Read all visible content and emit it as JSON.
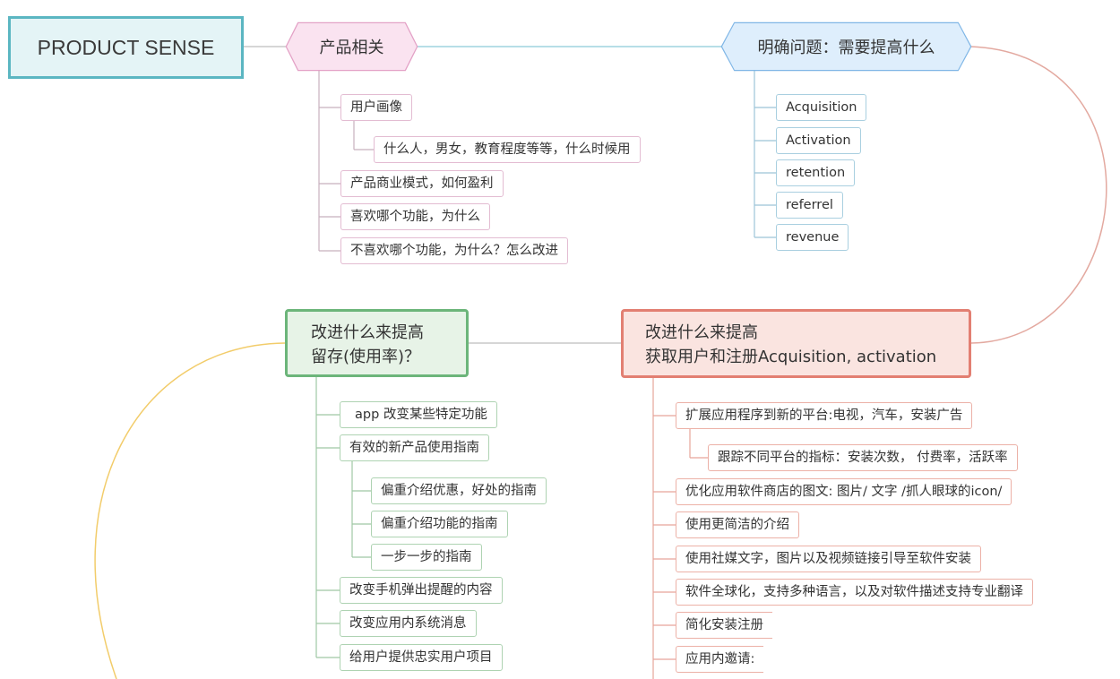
{
  "root": {
    "label": "PRODUCT SENSE"
  },
  "product": {
    "label": "产品相关",
    "items": [
      {
        "label": "用户画像"
      },
      {
        "label": "什么人，男女，教育程度等等，什么时候用"
      },
      {
        "label": "产品商业模式，如何盈利"
      },
      {
        "label": "喜欢哪个功能，为什么"
      },
      {
        "label": "不喜欢哪个功能，为什么？怎么改进"
      }
    ]
  },
  "metrics": {
    "label": "明确问题：需要提高什么",
    "items": [
      {
        "label": "Acquisition"
      },
      {
        "label": "Activation"
      },
      {
        "label": "retention"
      },
      {
        "label": "referrel"
      },
      {
        "label": "revenue"
      }
    ]
  },
  "retention": {
    "line1": "改进什么来提高",
    "line2": "留存(使用率)？",
    "items": [
      {
        "label": "app 改变某些特定功能"
      },
      {
        "label": "有效的新产品使用指南"
      },
      {
        "label": "偏重介绍优惠，好处的指南"
      },
      {
        "label": "偏重介绍功能的指南"
      },
      {
        "label": "一步一步的指南"
      },
      {
        "label": "改变手机弹出提醒的内容"
      },
      {
        "label": "改变应用内系统消息"
      },
      {
        "label": "给用户提供忠实用户项目"
      }
    ]
  },
  "acquisition": {
    "line1": "改进什么来提高",
    "line2": "获取用户和注册Acquisition, activation",
    "items": [
      {
        "label": "扩展应用程序到新的平台:电视，汽车，安装广告"
      },
      {
        "label": "跟踪不同平台的指标：安装次数， 付费率，活跃率"
      },
      {
        "label": "优化应用软件商店的图文: 图片/ 文字 /抓人眼球的icon/"
      },
      {
        "label": "使用更简洁的介绍"
      },
      {
        "label": "使用社媒文字，图片以及视频链接引导至软件安装"
      },
      {
        "label": "软件全球化，支持多种语言，以及对软件描述支持专业翻译"
      },
      {
        "label": "简化安装注册"
      },
      {
        "label": "应用内邀请:"
      }
    ]
  },
  "colors": {
    "root_border": "#5bb6c2",
    "product_pink": "#e3a1c6",
    "metrics_blue": "#7fb6e6",
    "retention_green": "#6cb57a",
    "acquisition_red": "#e27f72",
    "curve_yellow": "#f2cc6a"
  }
}
